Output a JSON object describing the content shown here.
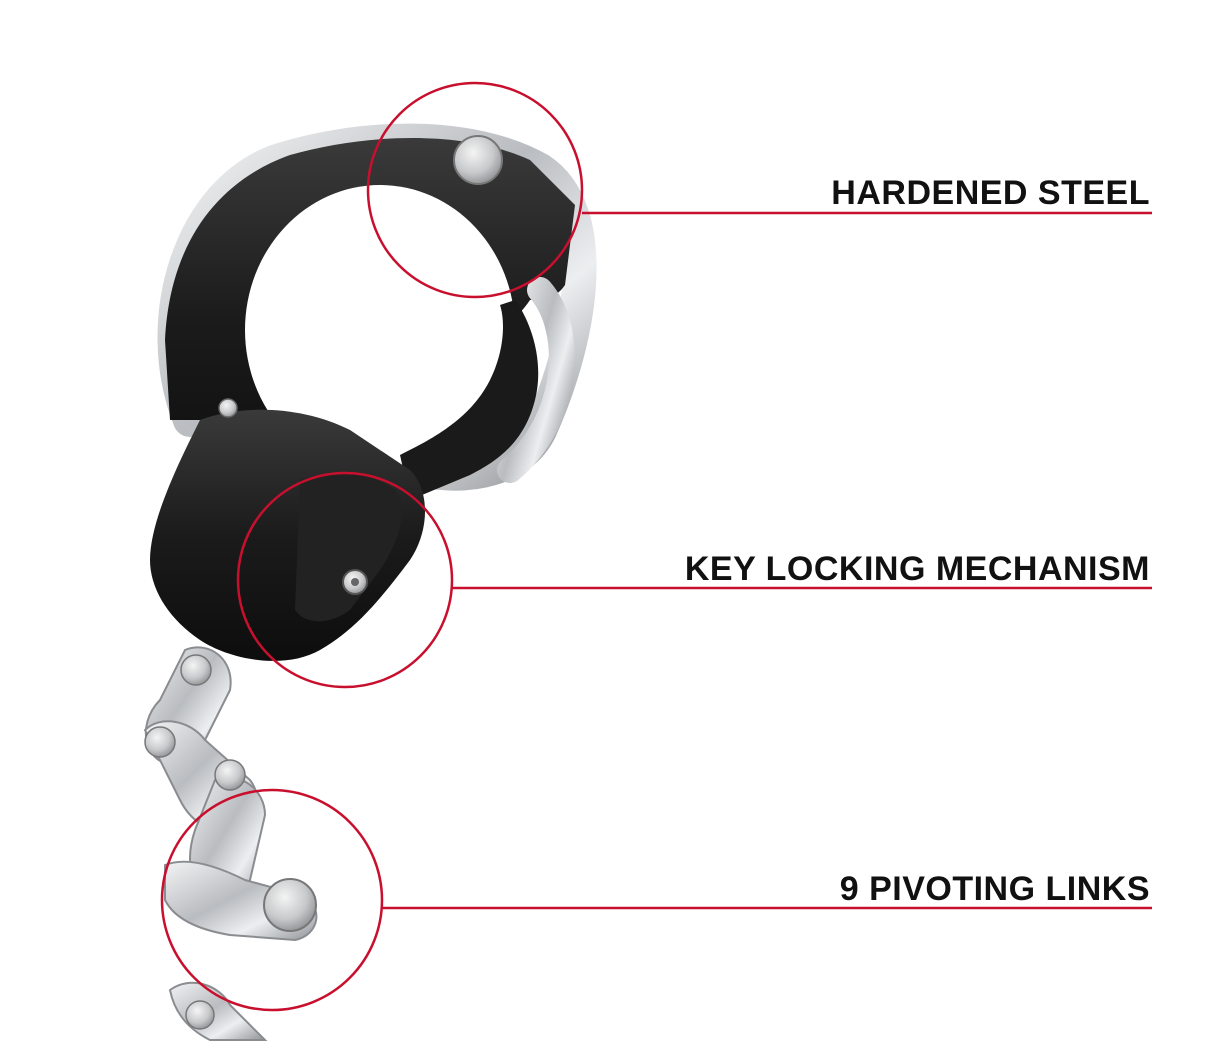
{
  "callouts": [
    {
      "label": "HARDENED STEEL"
    },
    {
      "label": "KEY LOCKING MECHANISM"
    },
    {
      "label": "9 PIVOTING LINKS"
    }
  ],
  "colors": {
    "accent": "#c8102e",
    "cuff_black": "#1c1c1c",
    "steel": "#c9cbce",
    "label_text": "#111111"
  },
  "icons": [
    "handcuff-illustration",
    "chain-link-illustration",
    "magnifier-circle"
  ]
}
